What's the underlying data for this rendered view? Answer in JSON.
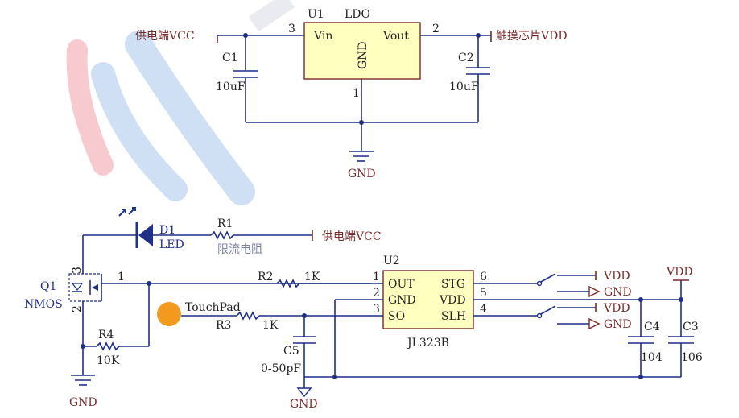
{
  "ldo": {
    "ref": "U1",
    "part": "LDO",
    "pin_vin": "Vin",
    "pin_vout": "Vout",
    "pin_gnd": "GND",
    "pin3": "3",
    "pin2": "2",
    "pin1": "1",
    "input_net": "供电端VCC",
    "output_net": "触摸芯片VDD",
    "gnd": "GND",
    "c1_ref": "C1",
    "c1_val": "10uF",
    "c2_ref": "C2",
    "c2_val": "10uF"
  },
  "led": {
    "d1_ref": "D1",
    "d1_val": "LED",
    "r1_ref": "R1",
    "r1_val": "限流电阻",
    "vcc_net": "供电端VCC"
  },
  "mos": {
    "ref": "Q1",
    "type": "NMOS",
    "pin1": "1",
    "pin2": "2",
    "pin3": "3",
    "r4_ref": "R4",
    "r4_val": "10K",
    "gnd": "GND"
  },
  "ic": {
    "ref": "U2",
    "part": "JL323B",
    "pins_left": [
      {
        "num": "1",
        "name": "OUT"
      },
      {
        "num": "2",
        "name": "GND"
      },
      {
        "num": "3",
        "name": "SO"
      }
    ],
    "pins_right": [
      {
        "num": "6",
        "name": "STG"
      },
      {
        "num": "5",
        "name": "VDD"
      },
      {
        "num": "4",
        "name": "SLH"
      }
    ],
    "r2_ref": "R2",
    "r2_val": "1K",
    "r3_ref": "R3",
    "r3_val": "1K",
    "touchpad": "TouchPad",
    "c5_ref": "C5",
    "c5_val": "0-50pF",
    "gnd": "GND"
  },
  "right": {
    "vdd1": "VDD",
    "gnd1": "GND",
    "vdd2": "VDD",
    "gnd2": "GND",
    "vdd_top": "VDD",
    "c4_ref": "C4",
    "c4_val": "104",
    "c3_ref": "C3",
    "c3_val": "106"
  },
  "colors": {
    "wire": "#1f2f8a",
    "net_label": "#7a2a2a",
    "ic_fill": "#ffffc0",
    "touchpad": "#f39a1e",
    "led": "#1f2f8a"
  }
}
